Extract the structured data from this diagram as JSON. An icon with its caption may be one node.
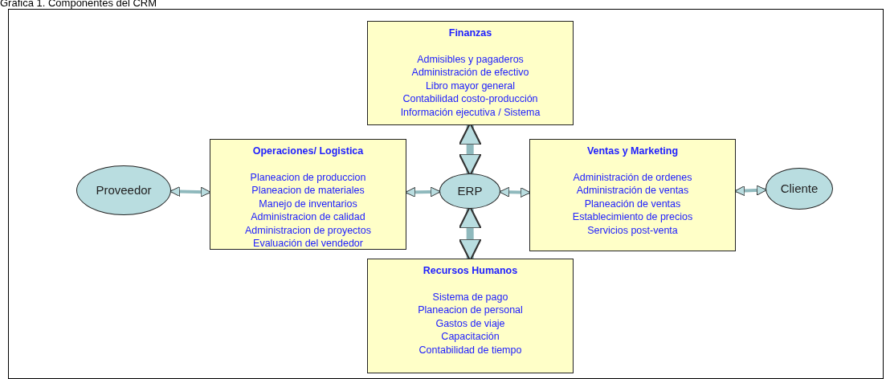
{
  "diagram": {
    "title": "Grafica 1. Componentes del CRM",
    "nodes": [
      {
        "text": [
          "Finanzas",
          "Admisibles y pagaderos",
          "Administración de efectivo",
          "Libro mayor general",
          "Contabilidad costo-producción",
          "Información ejecutiva / Sistema"
        ]
      },
      {
        "text": [
          "Operaciones/ Logistica",
          "Planeacion de produccion",
          "Planeacion de materiales",
          "Manejo de inventarios",
          "Administracion de calidad",
          "Administracion de proyectos",
          "Evaluación del vendedor"
        ]
      },
      {
        "text": [
          "ERP"
        ]
      },
      {
        "text": [
          "Ventas y Marketing",
          "Administración de ordenes",
          "Administración de ventas",
          "Planeación de ventas",
          "Establecimiento de precios",
          "Servicios post-venta"
        ]
      },
      {
        "text": [
          "Recursos Humanos",
          "Sistema de pago",
          "Planeacion de personal",
          "Gastos de viaje",
          "Capacitación",
          "Contabilidad de tiempo"
        ]
      },
      {
        "text": [
          "Proveedor"
        ]
      },
      {
        "text": [
          "Cliente"
        ]
      }
    ],
    "edges": [
      {
        "from": 5,
        "to": 1,
        "arrow": "both"
      },
      {
        "from": 1,
        "to": 2,
        "arrow": "both"
      },
      {
        "from": 2,
        "to": 3,
        "arrow": "both"
      },
      {
        "from": 3,
        "to": 6,
        "arrow": "both"
      },
      {
        "from": 0,
        "to": 2,
        "arrow": "both",
        "style": "thick"
      },
      {
        "from": 2,
        "to": 4,
        "arrow": "both",
        "style": "thick"
      }
    ]
  }
}
